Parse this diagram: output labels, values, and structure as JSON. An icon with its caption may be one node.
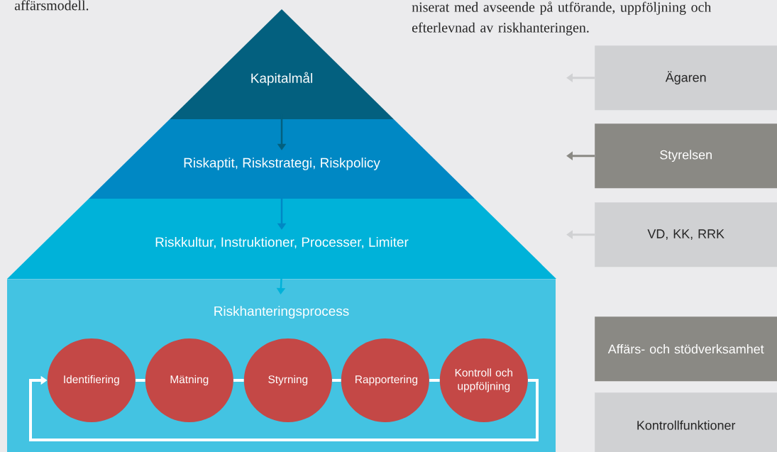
{
  "diagram": {
    "nodes": [
      {
        "text": [
          "Kapitalmål"
        ]
      },
      {
        "text": [
          "Riskaptit, Riskstrategi, Riskpolicy"
        ]
      },
      {
        "text": [
          "Riskkultur, Instruktioner, Processer, Limiter"
        ]
      },
      {
        "text": [
          "Riskhanteringsprocess"
        ]
      },
      {
        "text": [
          "Identifiering"
        ],
        "in": 3
      },
      {
        "text": [
          "Mätning"
        ],
        "in": 3
      },
      {
        "text": [
          "Styrning"
        ],
        "in": 3
      },
      {
        "text": [
          "Rapportering"
        ],
        "in": 3
      },
      {
        "text": [
          "Kontroll och uppföljning"
        ],
        "in": 3
      },
      {
        "text": [
          "Ägaren"
        ]
      },
      {
        "text": [
          "Styrelsen"
        ]
      },
      {
        "text": [
          "VD, KK, RRK"
        ]
      },
      {
        "text": [
          "Affärs- och stödverksamhet"
        ]
      },
      {
        "text": [
          "Kontrollfunktioner"
        ]
      }
    ],
    "edges": [
      {
        "from": 0,
        "to": 1,
        "arrow": "to",
        "color": "#03607f"
      },
      {
        "from": 1,
        "to": 2,
        "arrow": "to",
        "color": "#0088c4"
      },
      {
        "from": 2,
        "to": 3,
        "arrow": "to",
        "color": "#00b2d9"
      },
      {
        "from": 4,
        "to": 5,
        "arrow": "none"
      },
      {
        "from": 5,
        "to": 6,
        "arrow": "none"
      },
      {
        "from": 6,
        "to": 7,
        "arrow": "none"
      },
      {
        "from": 7,
        "to": 8,
        "arrow": "none"
      },
      {
        "from": 8,
        "to": 4,
        "arrow": "to"
      },
      {
        "from": 9,
        "to": null,
        "arrow": "to"
      },
      {
        "from": 10,
        "to": null,
        "arrow": "to",
        "color": "#8a8984"
      },
      {
        "from": 11,
        "to": null,
        "arrow": "to"
      }
    ],
    "labels": [
      "affärsmodell.",
      "niserat med avseende på utförande, uppföljning och efterlevnad av riskhanteringen."
    ]
  }
}
